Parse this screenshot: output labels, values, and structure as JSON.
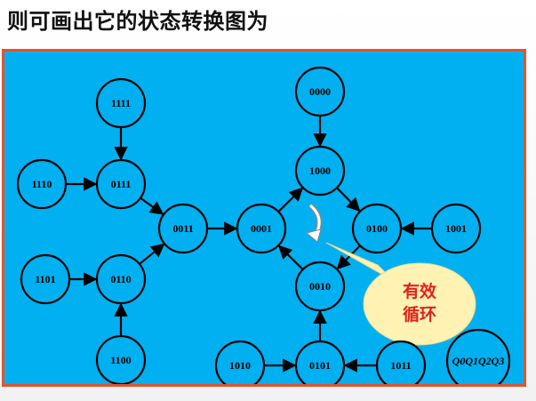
{
  "title": "则可画出它的状态转换图为",
  "diagram": {
    "nodes": [
      "1111",
      "1110",
      "0111",
      "1101",
      "0110",
      "1100",
      "0011",
      "0001",
      "0000",
      "1000",
      "0100",
      "1001",
      "0010",
      "0101",
      "1010",
      "1011"
    ],
    "edges": [
      [
        "1111",
        "0111"
      ],
      [
        "1110",
        "0111"
      ],
      [
        "0111",
        "0011"
      ],
      [
        "1101",
        "0110"
      ],
      [
        "1100",
        "0110"
      ],
      [
        "0110",
        "0011"
      ],
      [
        "0011",
        "0001"
      ],
      [
        "0001",
        "1000"
      ],
      [
        "0000",
        "1000"
      ],
      [
        "1000",
        "0100"
      ],
      [
        "1001",
        "0100"
      ],
      [
        "0100",
        "0010"
      ],
      [
        "0010",
        "0001"
      ],
      [
        "0101",
        "0010"
      ],
      [
        "1010",
        "0101"
      ],
      [
        "1011",
        "0101"
      ]
    ],
    "callout_line1": "有效",
    "callout_line2": "循环",
    "legend": "Q0Q1Q2Q3"
  },
  "colors": {
    "background": "#00b0f0",
    "frame_border": "#e5532b",
    "callout_fill": "#fff2b3",
    "callout_text": "#e0221f"
  }
}
